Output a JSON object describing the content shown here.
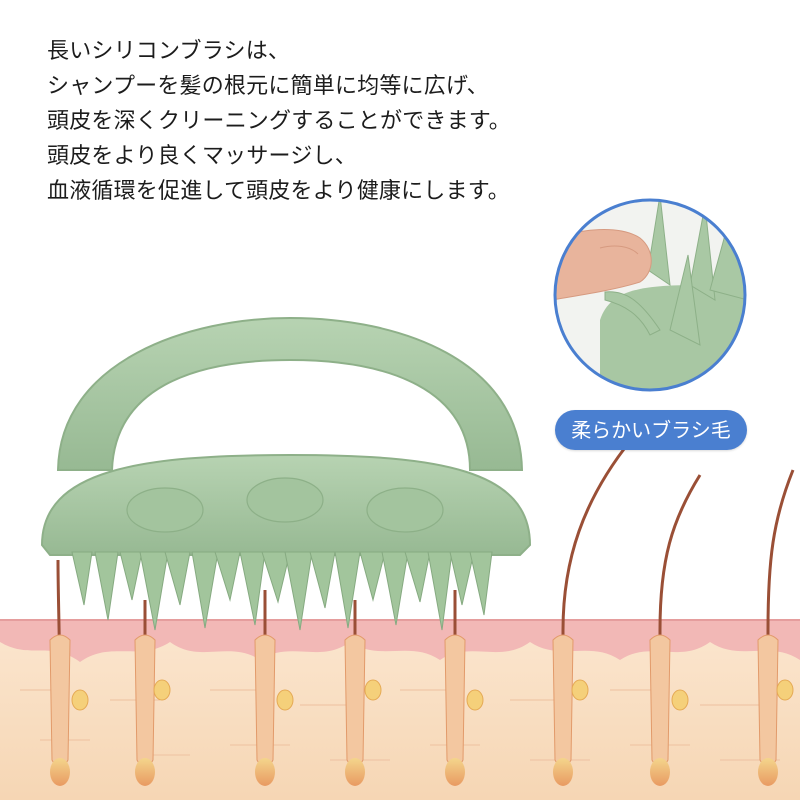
{
  "headline": {
    "lines": [
      "長いシリコンブラシは、",
      "シャンプーを髪の根元に簡単に均等に広げ、",
      "頭皮を深くクリーニングすることができます。",
      "頭皮をより良くマッサージし、",
      "血液循環を促進して頭皮をより健康にします。"
    ]
  },
  "zoom_callout": {
    "label": "柔らかいブラシ毛"
  },
  "colors": {
    "brush_green": "#a9c8a4",
    "brush_green_dark": "#8fb38a",
    "skin_pink": "#f0b4b4",
    "skin_inner": "#f9dcc0",
    "hair_brown": "#9a4f36",
    "callout_blue": "#4a7fd0"
  },
  "icons": {
    "brush": "silicone-scalp-brush-illustration",
    "finger": "finger-pressing-bristle-illustration"
  }
}
